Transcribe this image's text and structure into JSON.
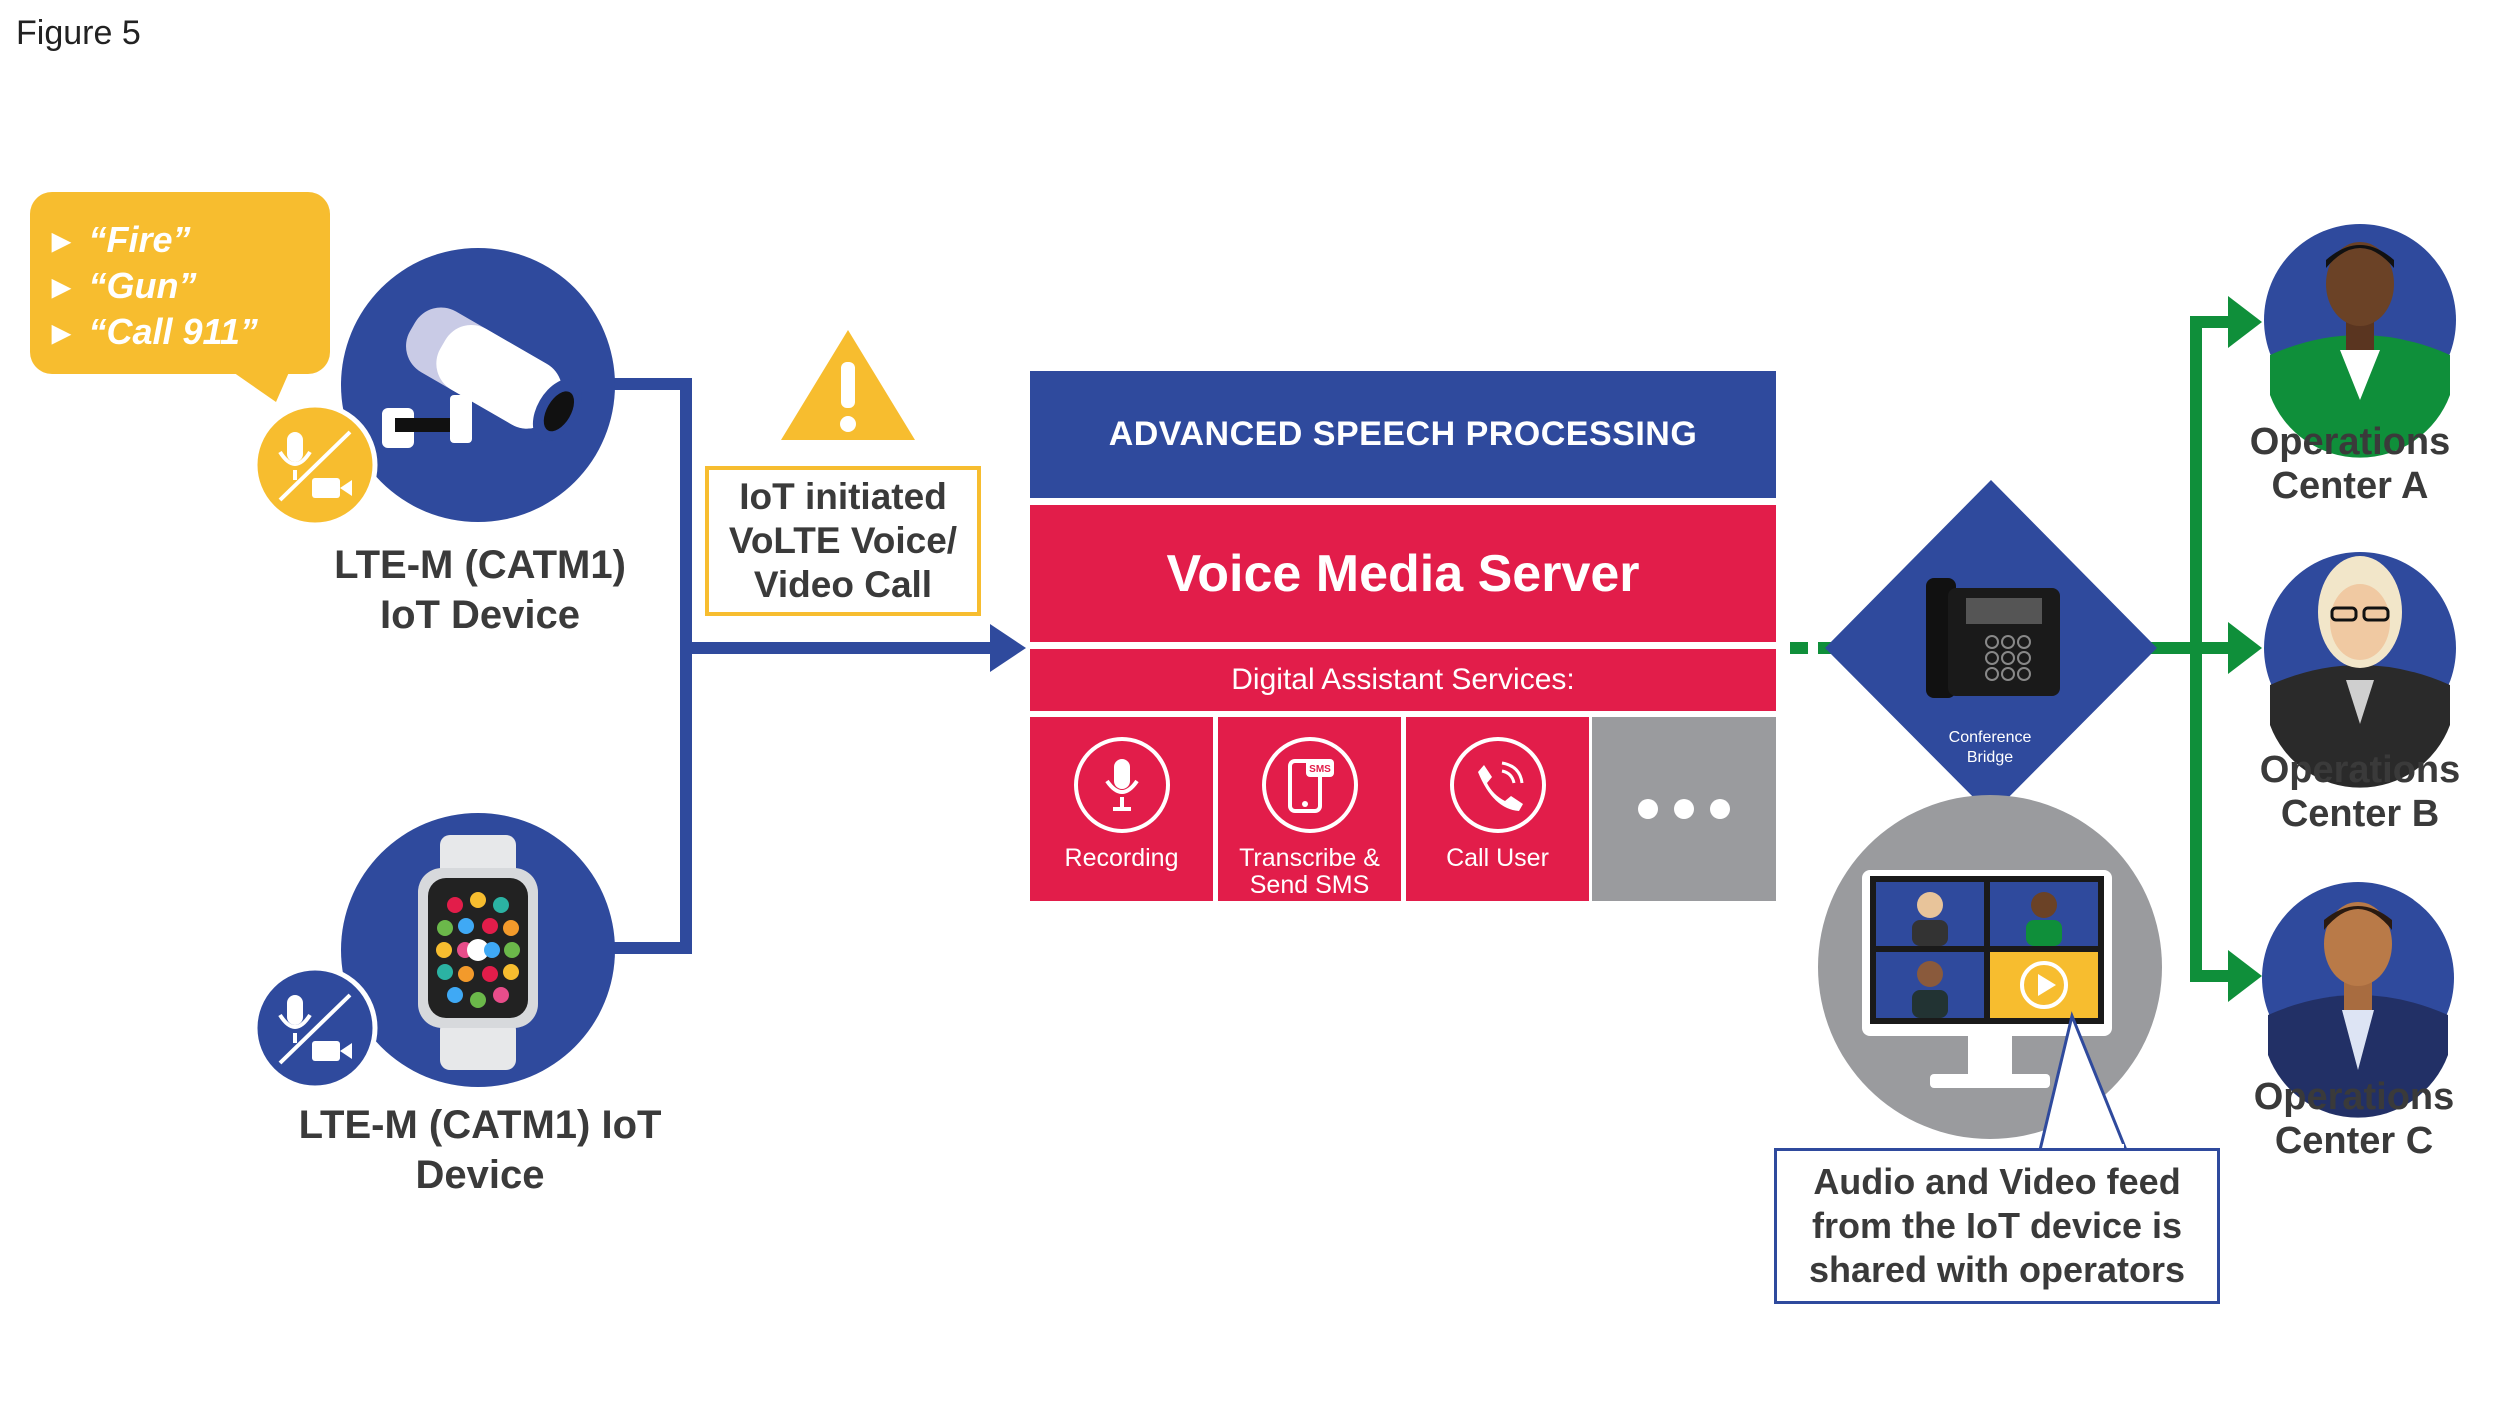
{
  "figure_title": "Figure 5",
  "colors": {
    "blue": "#2f4a9d",
    "red": "#e21d4a",
    "yellow": "#f7bd2f",
    "green": "#0f8f3a",
    "gray": "#9a9b9e"
  },
  "speech_bubble": {
    "items": [
      "“Fire”",
      "“Gun”",
      "“Call 911”"
    ]
  },
  "device_top": {
    "icon": "security-camera-icon",
    "badge_icon": "mic-video-off-icon",
    "label": "LTE-M (CATM1)\nIoT Device"
  },
  "device_bottom": {
    "icon": "smartwatch-icon",
    "badge_icon": "mic-video-off-icon",
    "label": "LTE-M (CATM1) IoT\nDevice"
  },
  "call_box": {
    "warning_icon": "warning-triangle-icon",
    "text": "IoT initiated\nVoLTE Voice/\nVideo Call"
  },
  "server": {
    "header": "ADVANCED SPEECH PROCESSING",
    "title": "Voice Media Server",
    "services_label": "Digital Assistant Services:",
    "services": [
      {
        "icon": "microphone-icon",
        "label": "Recording"
      },
      {
        "icon": "sms-phone-icon",
        "label": "Transcribe &\nSend SMS"
      },
      {
        "icon": "phone-call-icon",
        "label": "Call User"
      }
    ],
    "more_icon": "ellipsis-icon"
  },
  "bridge": {
    "icon": "desk-phone-icon",
    "label": "Conference\nBridge"
  },
  "monitor": {
    "icon": "video-conference-monitor-icon"
  },
  "feed_box": {
    "text": "Audio and Video feed\nfrom the IoT device is\nshared with operators"
  },
  "operators": [
    {
      "label": "Operations\nCenter A",
      "icon": "operator-avatar-icon"
    },
    {
      "label": "Operations\nCenter B",
      "icon": "operator-avatar-icon"
    },
    {
      "label": "Operations\nCenter C",
      "icon": "operator-avatar-icon"
    }
  ]
}
